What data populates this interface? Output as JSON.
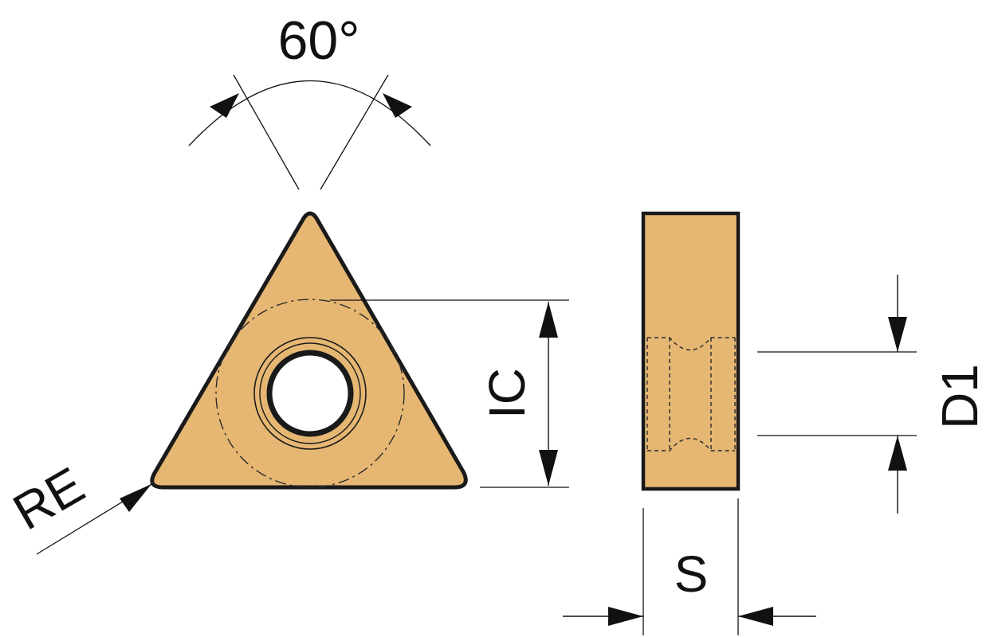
{
  "diagram": {
    "title": "",
    "labels": {
      "angle": "60°",
      "ic": "IC",
      "re": "RE",
      "d1": "D1",
      "s": "S"
    },
    "colors": {
      "insert_fill": "#E6B773",
      "outline": "#1A1A1A",
      "dimension_line": "#111111",
      "background": "#FFFFFF"
    }
  }
}
